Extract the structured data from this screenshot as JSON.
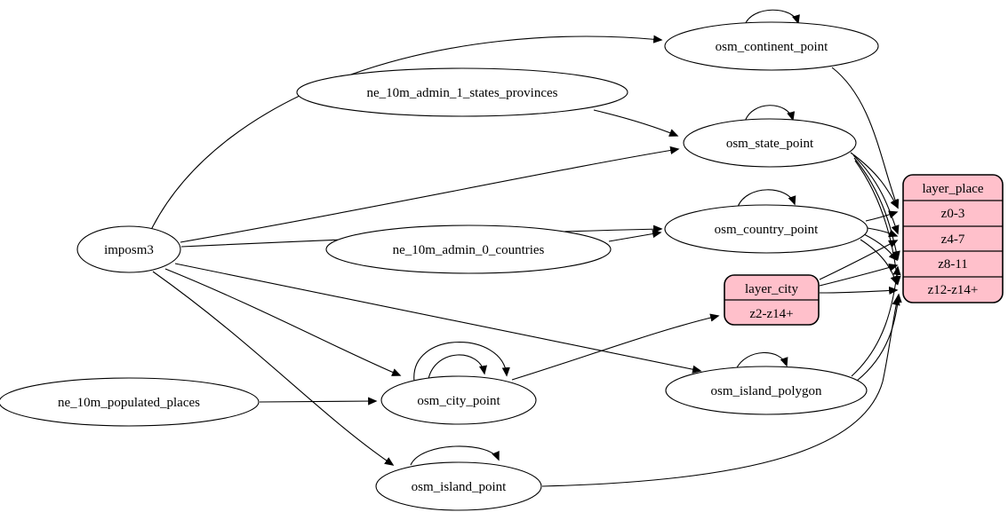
{
  "diagram": {
    "type": "etl-graph",
    "colors": {
      "background": "#ffffff",
      "node_fill": "#ffffff",
      "record_fill": "#ffc0cb",
      "stroke": "#000000"
    },
    "nodes": {
      "imposm3": {
        "label": "imposm3",
        "shape": "ellipse"
      },
      "ne_10m_admin_1_states_provinces": {
        "label": "ne_10m_admin_1_states_provinces",
        "shape": "ellipse"
      },
      "ne_10m_admin_0_countries": {
        "label": "ne_10m_admin_0_countries",
        "shape": "ellipse"
      },
      "ne_10m_populated_places": {
        "label": "ne_10m_populated_places",
        "shape": "ellipse"
      },
      "osm_continent_point": {
        "label": "osm_continent_point",
        "shape": "ellipse"
      },
      "osm_state_point": {
        "label": "osm_state_point",
        "shape": "ellipse"
      },
      "osm_country_point": {
        "label": "osm_country_point",
        "shape": "ellipse"
      },
      "osm_island_polygon": {
        "label": "osm_island_polygon",
        "shape": "ellipse"
      },
      "osm_city_point": {
        "label": "osm_city_point",
        "shape": "ellipse"
      },
      "osm_island_point": {
        "label": "osm_island_point",
        "shape": "ellipse"
      }
    },
    "records": {
      "layer_city": {
        "title": "layer_city",
        "rows": [
          "z2-z14+"
        ]
      },
      "layer_place": {
        "title": "layer_place",
        "rows": [
          "z0-3",
          "z4-7",
          "z8-11",
          "z12-z14+"
        ]
      }
    },
    "edges": [
      {
        "from": "imposm3",
        "to": "osm_continent_point"
      },
      {
        "from": "imposm3",
        "to": "osm_state_point"
      },
      {
        "from": "imposm3",
        "to": "osm_country_point"
      },
      {
        "from": "imposm3",
        "to": "osm_city_point"
      },
      {
        "from": "imposm3",
        "to": "osm_island_polygon"
      },
      {
        "from": "imposm3",
        "to": "osm_island_point"
      },
      {
        "from": "ne_10m_admin_1_states_provinces",
        "to": "osm_state_point"
      },
      {
        "from": "ne_10m_admin_0_countries",
        "to": "osm_country_point"
      },
      {
        "from": "ne_10m_populated_places",
        "to": "osm_city_point"
      },
      {
        "from": "osm_continent_point",
        "to": "osm_continent_point",
        "self_loop": true
      },
      {
        "from": "osm_state_point",
        "to": "osm_state_point",
        "self_loop": true
      },
      {
        "from": "osm_country_point",
        "to": "osm_country_point",
        "self_loop": true
      },
      {
        "from": "osm_city_point",
        "to": "osm_city_point",
        "self_loop": true
      },
      {
        "from": "osm_city_point",
        "to": "osm_city_point",
        "self_loop": true
      },
      {
        "from": "osm_island_polygon",
        "to": "osm_island_polygon",
        "self_loop": true
      },
      {
        "from": "osm_island_point",
        "to": "osm_island_point",
        "self_loop": true
      },
      {
        "from": "osm_city_point",
        "to": "layer_city",
        "row": "z2-z14+"
      },
      {
        "from": "osm_continent_point",
        "to": "layer_place",
        "row": "z0-3"
      },
      {
        "from": "osm_state_point",
        "to": "layer_place",
        "row": "z0-3"
      },
      {
        "from": "osm_state_point",
        "to": "layer_place",
        "row": "z4-7"
      },
      {
        "from": "osm_state_point",
        "to": "layer_place",
        "row": "z8-11"
      },
      {
        "from": "osm_state_point",
        "to": "layer_place",
        "row": "z12-z14+"
      },
      {
        "from": "osm_country_point",
        "to": "layer_place",
        "row": "z0-3"
      },
      {
        "from": "osm_country_point",
        "to": "layer_place",
        "row": "z4-7"
      },
      {
        "from": "osm_country_point",
        "to": "layer_place",
        "row": "z8-11"
      },
      {
        "from": "osm_country_point",
        "to": "layer_place",
        "row": "z12-z14+"
      },
      {
        "from": "layer_city",
        "to": "layer_place",
        "row": "z4-7"
      },
      {
        "from": "layer_city",
        "to": "layer_place",
        "row": "z8-11"
      },
      {
        "from": "layer_city",
        "to": "layer_place",
        "row": "z12-z14+"
      },
      {
        "from": "osm_island_polygon",
        "to": "layer_place",
        "row": "z8-11"
      },
      {
        "from": "osm_island_polygon",
        "to": "layer_place",
        "row": "z12-z14+"
      },
      {
        "from": "osm_island_point",
        "to": "layer_place",
        "row": "z12-z14+"
      }
    ]
  }
}
